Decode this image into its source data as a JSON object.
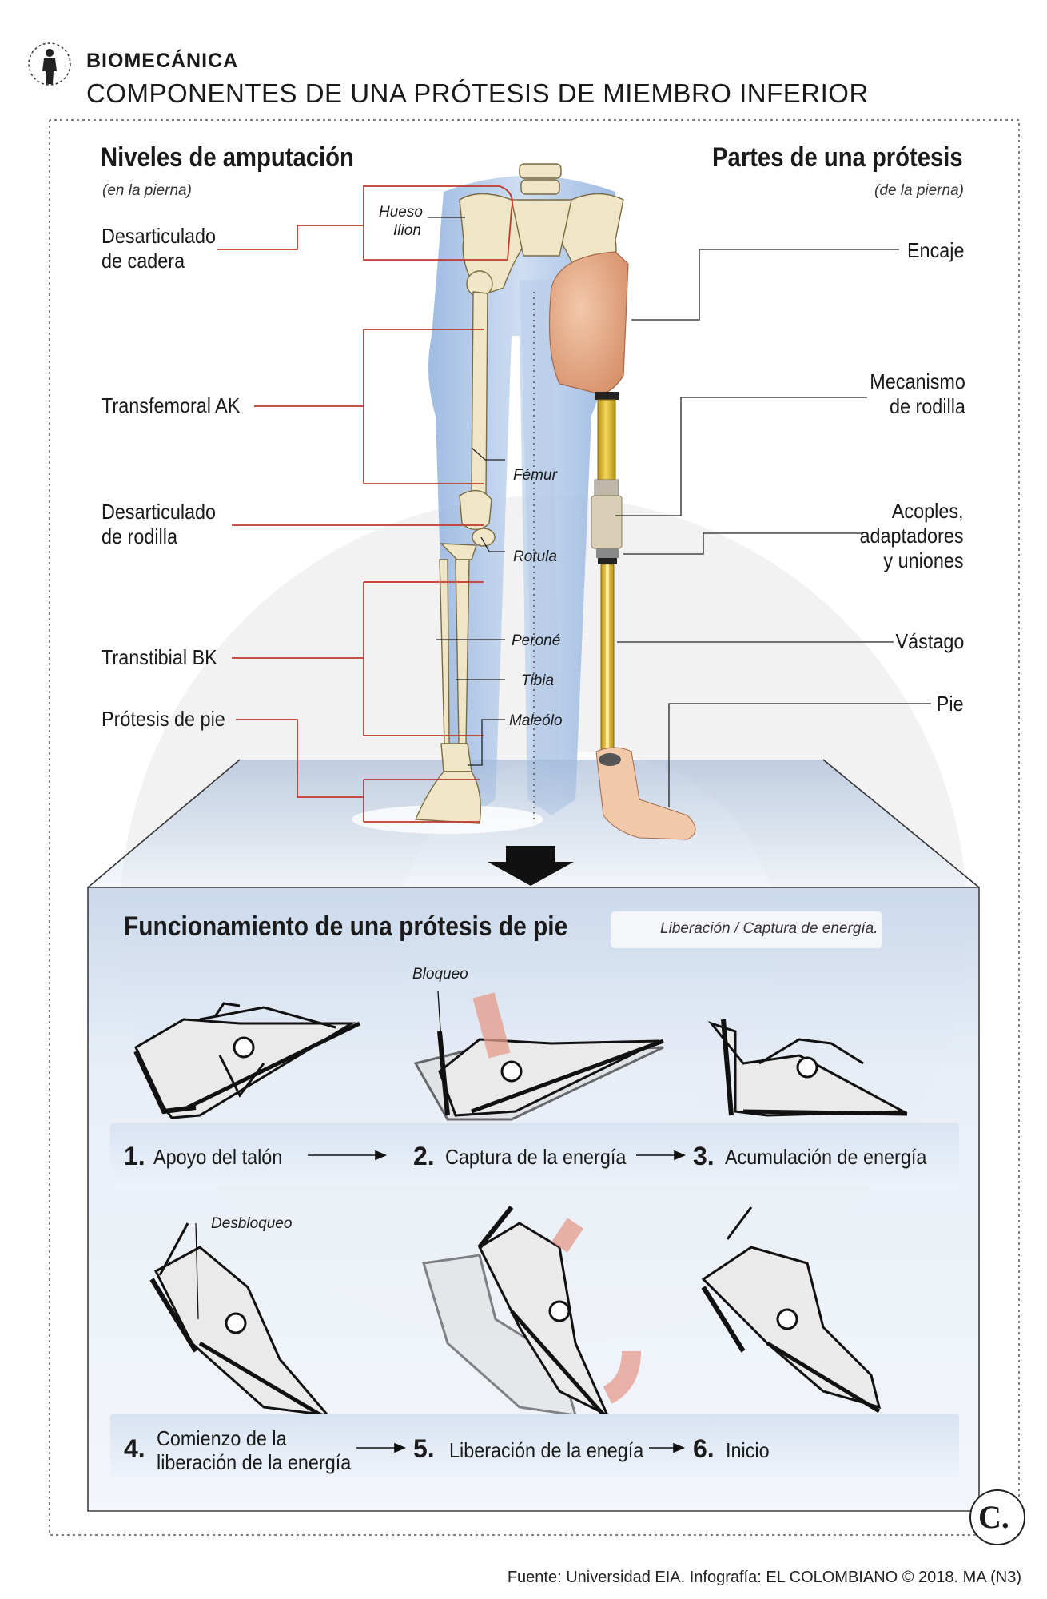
{
  "header": {
    "section": "BIOMECÁNICA",
    "title": "COMPONENTES DE UNA PRÓTESIS DE MIEMBRO INFERIOR"
  },
  "left_column": {
    "title": "Niveles de amputación",
    "subtitle": "(en la pierna)",
    "levels": [
      {
        "lines": [
          "Desarticulado",
          "de cadera"
        ]
      },
      {
        "lines": [
          "Transfemoral AK"
        ]
      },
      {
        "lines": [
          "Desarticulado",
          "de rodilla"
        ]
      },
      {
        "lines": [
          "Transtibial BK"
        ]
      },
      {
        "lines": [
          "Prótesis de pie"
        ]
      }
    ]
  },
  "right_column": {
    "title": "Partes de una prótesis",
    "subtitle": "(de la pierna)",
    "parts": [
      {
        "lines": [
          "Encaje"
        ]
      },
      {
        "lines": [
          "Mecanismo",
          "de rodilla"
        ]
      },
      {
        "lines": [
          "Acoples,",
          "adaptadores",
          "y uniones"
        ]
      },
      {
        "lines": [
          "Vástago"
        ]
      },
      {
        "lines": [
          "Pie"
        ]
      }
    ]
  },
  "bones": {
    "ilion": [
      "Hueso",
      "Ilion"
    ],
    "femur": "Fémur",
    "rotula": "Rotula",
    "perone": "Peroné",
    "tibia": "Tibia",
    "maleolo": "Maleólo"
  },
  "panel": {
    "title": "Funcionamiento de una prótesis de pie",
    "legend": "Liberación / Captura de energía.",
    "annotations": {
      "bloqueo": "Bloqueo",
      "desbloqueo": "Desbloqueo"
    },
    "steps": [
      {
        "num": "1.",
        "lines": [
          "Apoyo del talón"
        ]
      },
      {
        "num": "2.",
        "lines": [
          "Captura de la energía"
        ]
      },
      {
        "num": "3.",
        "lines": [
          "Acumulación de energía"
        ]
      },
      {
        "num": "4.",
        "lines": [
          "Comienzo de la",
          "liberación de la energía"
        ]
      },
      {
        "num": "5.",
        "lines": [
          "Liberación de la enegía"
        ]
      },
      {
        "num": "6.",
        "lines": [
          "Inicio"
        ]
      }
    ]
  },
  "footer": {
    "credit": "Fuente: Universidad EIA. Infografía: EL COLOMBIANO © 2018. MA (N3)",
    "logo_letter": "C."
  },
  "colors": {
    "leader_red": "#c0392b",
    "bone": "#efe6c8",
    "socket": "#e4ad8c",
    "pylon": "#e7c23a",
    "body_shadow": "#b9cde9",
    "panel_bg": "#dfe8f4",
    "arrow_energy": "#e59a8a"
  },
  "icons": [
    "person-icon",
    "down-arrow-icon",
    "energy-arrow-icon",
    "step-arrow-icon",
    "logo-icon"
  ]
}
